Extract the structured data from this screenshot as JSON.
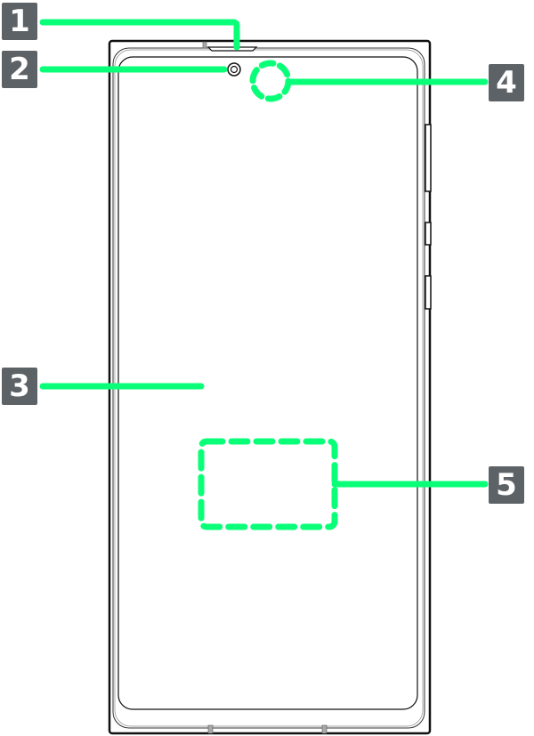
{
  "callouts": [
    {
      "number": "1"
    },
    {
      "number": "2"
    },
    {
      "number": "3"
    },
    {
      "number": "4"
    },
    {
      "number": "5"
    }
  ],
  "colors": {
    "accent": "#0aff78",
    "badge": "#5c6266",
    "outline": "#111111"
  }
}
